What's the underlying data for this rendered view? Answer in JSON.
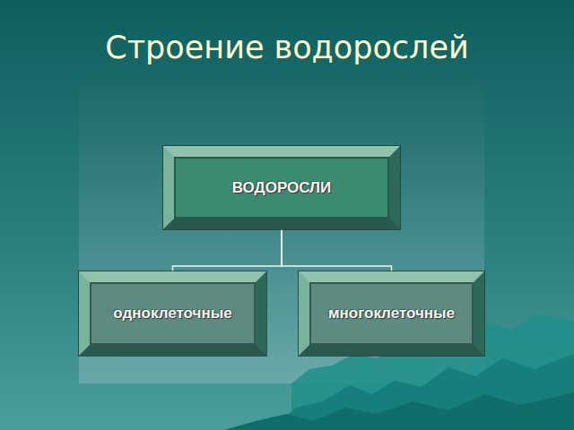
{
  "diagram": {
    "title": "Строение водорослей",
    "nodes": [
      {
        "text": [
          "ВОДОРОСЛИ"
        ]
      },
      {
        "text": [
          "одноклеточные"
        ]
      },
      {
        "text": [
          "многоклеточные"
        ]
      }
    ],
    "edges": [
      {
        "from": 0,
        "to": 1,
        "arrow": "none"
      },
      {
        "from": 0,
        "to": 2,
        "arrow": "none"
      }
    ]
  }
}
